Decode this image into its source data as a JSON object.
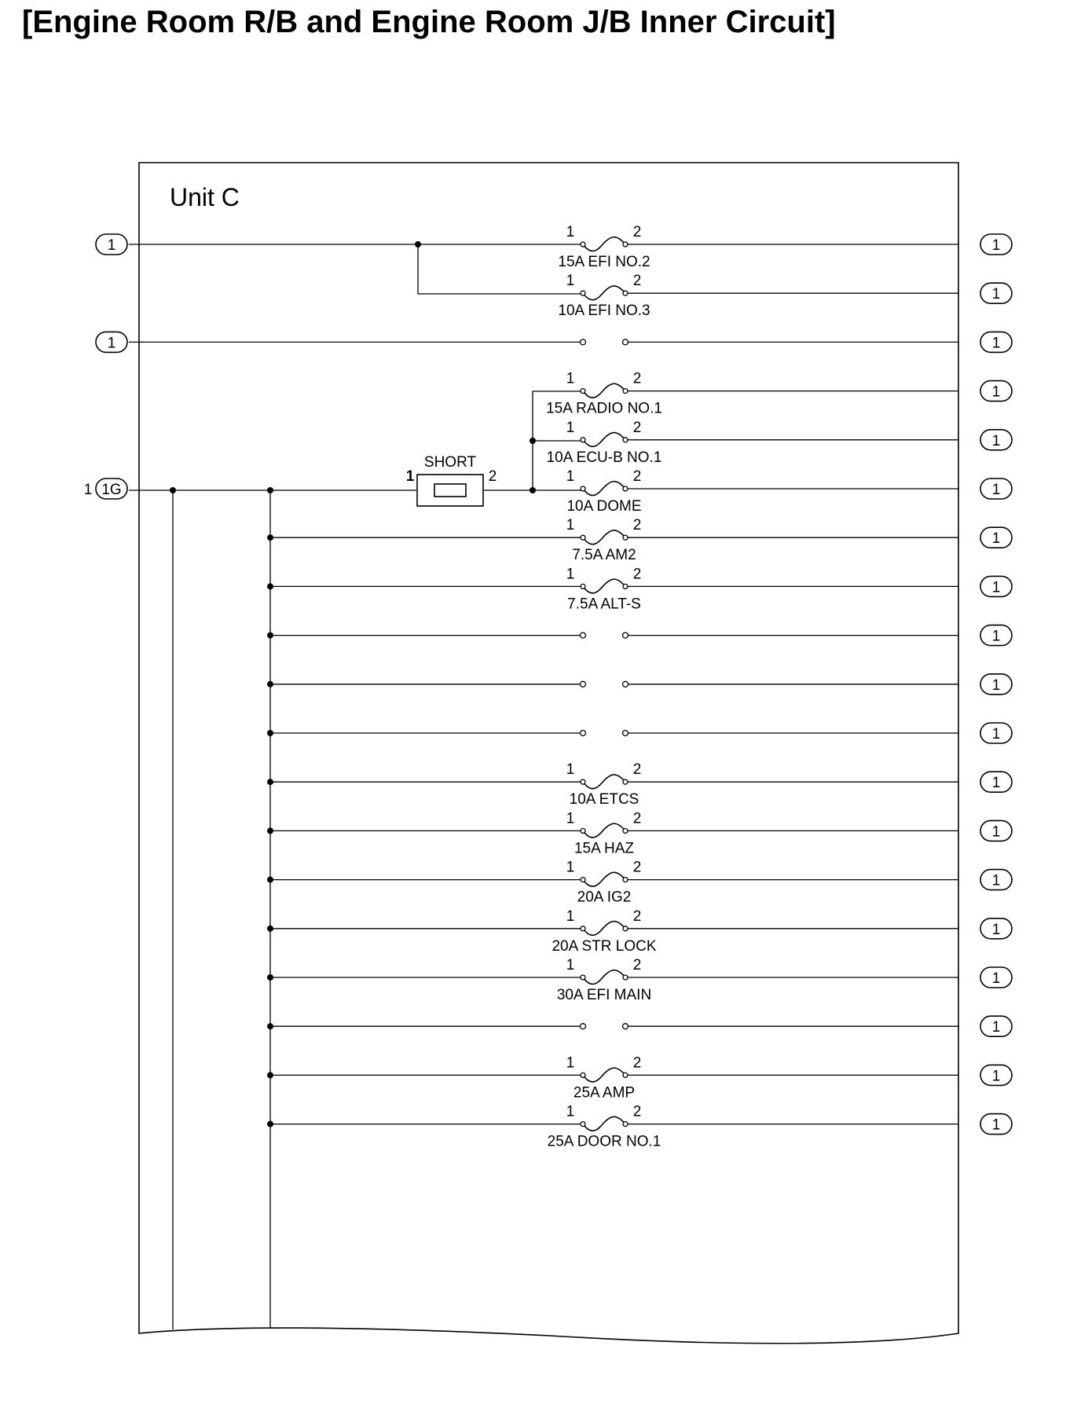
{
  "title": "[Engine Room R/B and Engine Room J/B Inner Circuit]",
  "unit_label": "Unit C",
  "short_label": "SHORT",
  "short_pins": [
    "1",
    "2"
  ],
  "fuse_pins": [
    "1",
    "2"
  ],
  "left_connectors": [
    {
      "row": 0,
      "label": "1"
    },
    {
      "row": 2,
      "label": "1"
    },
    {
      "row": 5,
      "label": "1G",
      "pin": "1"
    }
  ],
  "rows": [
    {
      "type": "fuse",
      "label": "15A EFI NO.2"
    },
    {
      "type": "fuse",
      "label": "10A EFI NO.3"
    },
    {
      "type": "open",
      "label": ""
    },
    {
      "type": "fuse",
      "label": "15A RADIO NO.1"
    },
    {
      "type": "fuse",
      "label": "10A ECU-B NO.1"
    },
    {
      "type": "fuse",
      "label": "10A DOME"
    },
    {
      "type": "fuse",
      "label": "7.5A AM2"
    },
    {
      "type": "fuse",
      "label": "7.5A ALT-S"
    },
    {
      "type": "open",
      "label": ""
    },
    {
      "type": "open",
      "label": ""
    },
    {
      "type": "open",
      "label": ""
    },
    {
      "type": "fuse",
      "label": "10A ETCS"
    },
    {
      "type": "fuse",
      "label": "15A HAZ"
    },
    {
      "type": "fuse",
      "label": "20A IG2"
    },
    {
      "type": "fuse",
      "label": "20A STR LOCK"
    },
    {
      "type": "fuse",
      "label": "30A EFI MAIN"
    },
    {
      "type": "open",
      "label": ""
    },
    {
      "type": "fuse",
      "label": "25A AMP"
    },
    {
      "type": "fuse",
      "label": "25A DOOR NO.1"
    }
  ],
  "right_connector_label": "1"
}
